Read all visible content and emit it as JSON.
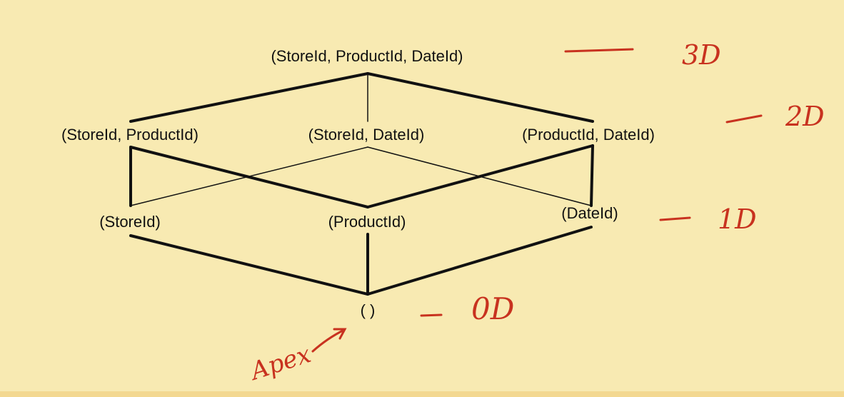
{
  "diagram": {
    "nodes": {
      "top": "(StoreId, ProductId, DateId)",
      "store_product": "(StoreId, ProductId)",
      "store_date": "(StoreId, DateId)",
      "product_date": "(ProductId, DateId)",
      "store": "(StoreId)",
      "product": "(ProductId)",
      "date": "(DateId)",
      "empty": "( )"
    },
    "annotations": {
      "level_3d": "3D",
      "level_2d": "2D",
      "level_1d": "1D",
      "level_0d": "0D",
      "apex": "Apex"
    },
    "colors": {
      "background": "#f8eab2",
      "ink": "#111111",
      "handwriting": "#c8321f"
    }
  }
}
